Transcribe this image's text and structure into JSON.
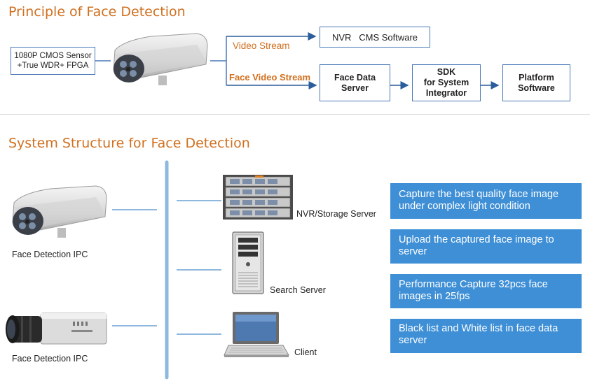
{
  "top": {
    "title": "Principle of Face Detection",
    "sensor_box": {
      "line1": "1080P  CMOS Sensor",
      "line2": "+True WDR+ FPGA"
    },
    "video_stream_label": "Video Stream",
    "face_video_stream_label": "Face Video Stream",
    "nvr_box": "NVR   CMS Software",
    "face_data_box": {
      "line1": "Face Data",
      "line2": "Server"
    },
    "sdk_box": {
      "line1": "SDK",
      "line2": "for System",
      "line3": "Integrator"
    },
    "platform_box": {
      "line1": "Platform",
      "line2": "Software"
    }
  },
  "bottom": {
    "title": "System Structure for Face Detection",
    "ipc1_label": "Face Detection IPC",
    "ipc2_label": "Face Detection IPC",
    "nvr_server_label": "NVR/Storage Server",
    "search_server_label": "Search Server",
    "client_label": "Client",
    "features": [
      "Capture the best quality face image under complex light condition",
      "Upload the captured face image to server",
      "Performance Capture 32pcs face images in 25fps",
      "Black list and White list in face data server"
    ]
  },
  "colors": {
    "accent_orange": "#d07020",
    "box_border": "#4a79b8",
    "feature_bg": "#3e8fd6",
    "bus": "#8fb8de"
  },
  "icons": [
    "box-camera-icon",
    "box-camera-icon",
    "rack-server-icon",
    "tower-server-icon",
    "laptop-icon",
    "bullet-camera-icon"
  ]
}
